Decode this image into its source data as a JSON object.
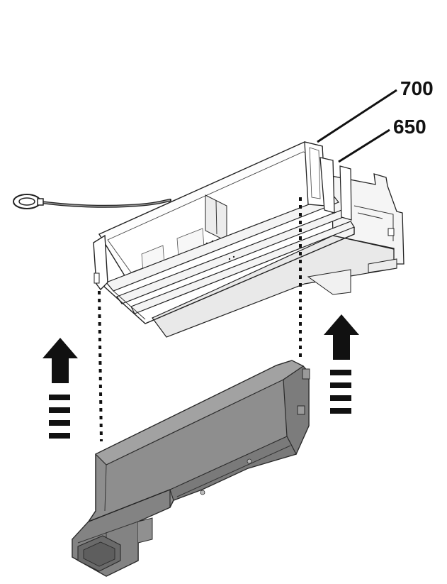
{
  "callouts": {
    "label_700": "700",
    "label_650": "650"
  },
  "parts": {
    "upper_assembly": "tray-housing",
    "lower_part": "air-duct",
    "cable": "power-cord"
  },
  "colors": {
    "line": "#222222",
    "arrow": "#111111",
    "duct_fill": "#8e8e8e",
    "duct_shade": "#6e6e6e",
    "tray_shadow": "#e6e6e6",
    "background": "#ffffff"
  },
  "arrows": {
    "direction": "up",
    "count": 2
  }
}
